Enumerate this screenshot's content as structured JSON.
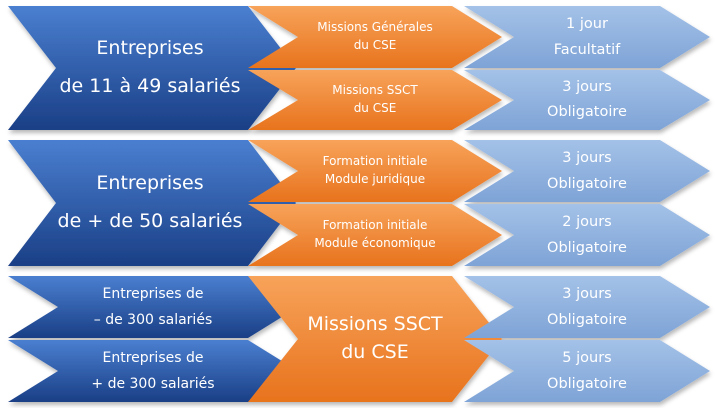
{
  "rows": [
    {
      "company": {
        "line1": "Entreprises",
        "line2": "de 11 à 49 salariés"
      },
      "items": [
        {
          "training": {
            "line1": "Missions Générales",
            "line2": "du CSE"
          },
          "duration": "1 jour",
          "status": "Facultatif"
        },
        {
          "training": {
            "line1": "Missions SSCT",
            "line2": "du CSE"
          },
          "duration": "3 jours",
          "status": "Obligatoire"
        }
      ]
    },
    {
      "company": {
        "line1": "Entreprises",
        "line2": "de + de 50 salariés"
      },
      "items": [
        {
          "training": {
            "line1": "Formation initiale",
            "line2": "Module juridique"
          },
          "duration": "3 jours",
          "status": "Obligatoire"
        },
        {
          "training": {
            "line1": "Formation initiale",
            "line2": "Module économique"
          },
          "duration": "2 jours",
          "status": "Obligatoire"
        }
      ]
    },
    {
      "companies": [
        {
          "line1": "Entreprises de",
          "line2": "– de 300 salariés"
        },
        {
          "line1": "Entreprises de",
          "line2": "+ de 300 salariés"
        }
      ],
      "training": {
        "line1": "Missions SSCT",
        "line2": "du CSE"
      },
      "items": [
        {
          "duration": "3 jours",
          "status": "Obligatoire"
        },
        {
          "duration": "5 jours",
          "status": "Obligatoire"
        }
      ]
    }
  ],
  "colors": {
    "dark_blue_top": "#4a7fd0",
    "dark_blue_bottom": "#1a3f86",
    "orange_top": "#f7a35a",
    "orange_bottom": "#e8731d",
    "light_blue_top": "#a4c2e8",
    "light_blue_bottom": "#7ea3d6"
  }
}
